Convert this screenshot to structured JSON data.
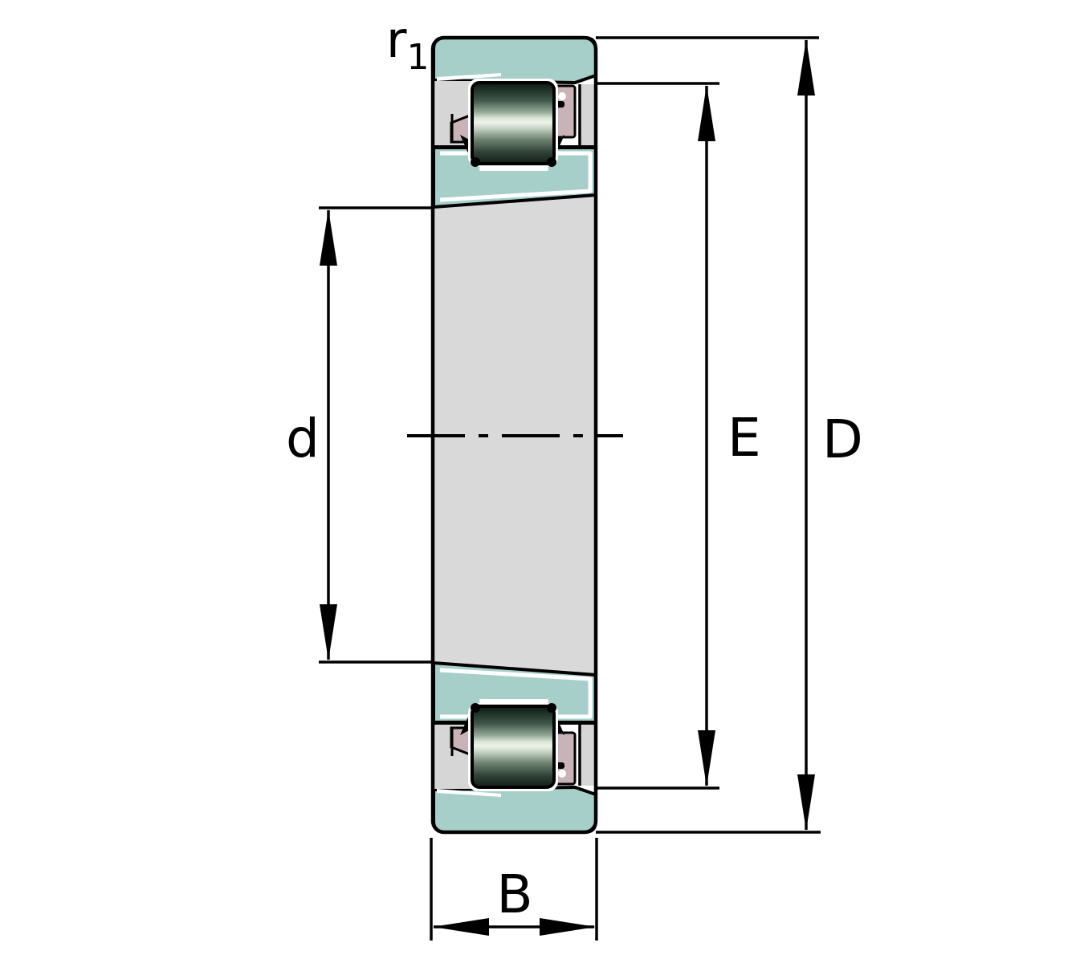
{
  "diagram": {
    "title": "cylindrical-roller-bearing-cross-section",
    "labels": {
      "corner_radius": "r",
      "corner_radius_sub": "1",
      "bore_diameter": "d",
      "raceway_diameter": "E",
      "outside_diameter": "D",
      "width": "B"
    },
    "colors": {
      "background": "#ffffff",
      "line_black": "#000000",
      "highlight_white": "#ffffff",
      "ring_teal": "#a7cfca",
      "bore_gray": "#d9d9d9",
      "flange_gray": "#d6d6d6",
      "cage_pink": "#c9b2b8",
      "roller_g0": "#0e1a14",
      "roller_g1": "#1d2f26",
      "roller_g2": "#41584a",
      "roller_g3": "#93a897",
      "roller_g4": "#dce6d9",
      "roller_g5": "#eef3ea",
      "roller_g6": "#c8d6c6",
      "roller_g7": "#6f8373",
      "roller_g8": "#2f4136",
      "roller_g9": "#121e17"
    }
  }
}
